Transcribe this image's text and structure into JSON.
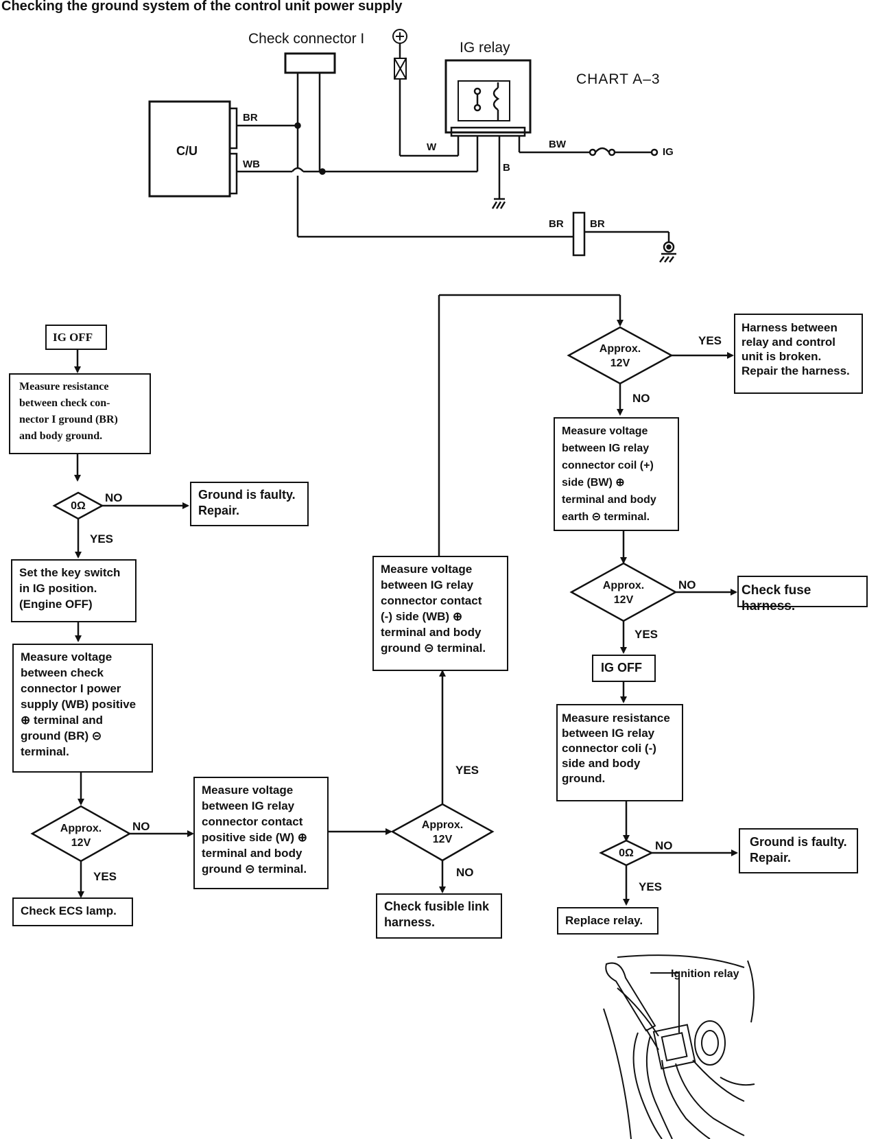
{
  "page": {
    "title": "Checking the ground system of the control unit power supply"
  },
  "wiring": {
    "check_connector": "Check connector I",
    "ig_relay": "IG relay",
    "chart_label": "CHART   A–3",
    "control_unit": "C/U",
    "wire_br": "BR",
    "wire_wb": "WB",
    "wire_w": "W",
    "wire_b": "B",
    "wire_bw": "BW",
    "ig_terminal": "IG",
    "br_left": "BR",
    "br_right": "BR",
    "plus_symbol": "⊕"
  },
  "flow": {
    "ig_off_1": "IG OFF",
    "measure_res_1": "Measure resistance\nbetween check con-\nnector I ground (BR)\nand body ground.",
    "dec_0ohm_1": "0Ω",
    "no_1": "NO",
    "yes_1": "YES",
    "ground_faulty_1": "Ground is faulty.\nRepair.",
    "set_key": "Set the key switch\nin IG position.\n(Engine OFF)",
    "measure_v_1": "Measure voltage\nbetween check\nconnector I power\nsupply (WB) positive\n⊕  terminal and\nground (BR) ⊝\nterminal.",
    "dec_12v_1": "Approx.\n12V",
    "no_2": "NO",
    "yes_2": "YES",
    "check_ecs": "Check ECS lamp.",
    "measure_v_2": "Measure voltage\nbetween IG relay\nconnector contact\npositive side (W) ⊕\nterminal and body\nground ⊝ terminal.",
    "dec_12v_2": "Approx.\n12V",
    "yes_3": "YES",
    "no_3": "NO",
    "check_fusible": "Check fusible link\nharness.",
    "measure_v_3": "Measure voltage\nbetween IG relay\nconnector contact\n(-) side (WB) ⊕\nterminal and body\nground ⊝ terminal.",
    "dec_12v_3": "Approx.\n12V",
    "yes_4": "YES",
    "no_4": "NO",
    "harness_broken": "Harness between\nrelay and control\nunit is broken.\nRepair the harness.",
    "measure_v_4": "Measure voltage\nbetween IG relay\nconnector coil (+)\nside (BW) ⊕\nterminal and body\nearth ⊝ terminal.",
    "dec_12v_4": "Approx.\n12V",
    "no_5": "NO",
    "yes_5": "YES",
    "check_fuse": "Check fuse harness.",
    "ig_off_2": "IG OFF",
    "measure_res_2": "Measure resistance\nbetween IG relay\nconnector coli (-)\nside and body\nground.",
    "dec_0ohm_2": "0Ω",
    "no_6": "NO",
    "yes_6": "YES",
    "ground_faulty_2": "Ground is faulty.\nRepair.",
    "replace_relay": "Replace relay."
  },
  "illustration": {
    "ignition_relay_label": "Ignition relay"
  }
}
